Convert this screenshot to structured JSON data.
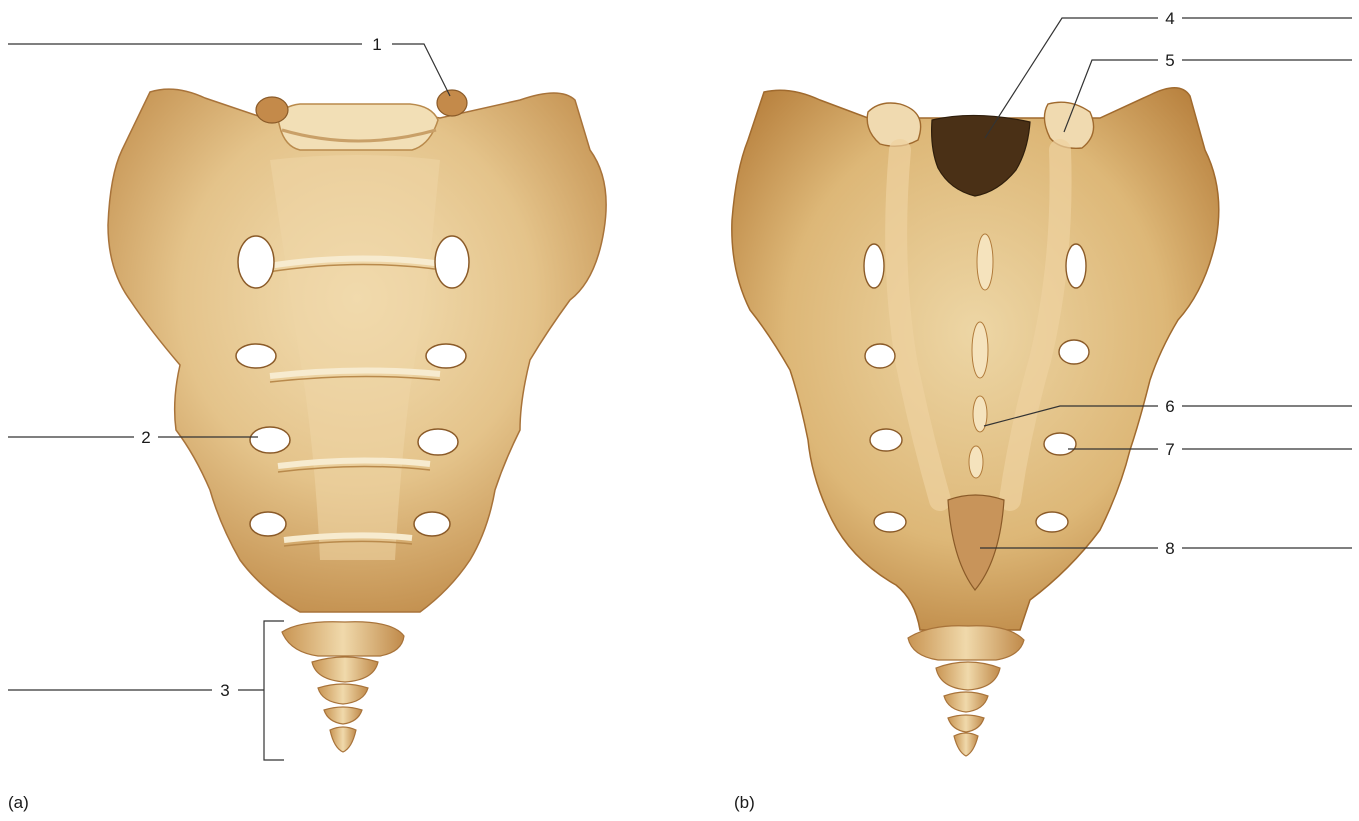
{
  "figure": {
    "panels": [
      {
        "id": "a",
        "label": "(a)",
        "view": "anterior"
      },
      {
        "id": "b",
        "label": "(b)",
        "view": "posterior"
      }
    ],
    "callouts": [
      {
        "number": "1",
        "panel": "a"
      },
      {
        "number": "2",
        "panel": "a"
      },
      {
        "number": "3",
        "panel": "a"
      },
      {
        "number": "4",
        "panel": "b"
      },
      {
        "number": "5",
        "panel": "b"
      },
      {
        "number": "6",
        "panel": "b"
      },
      {
        "number": "7",
        "panel": "b"
      },
      {
        "number": "8",
        "panel": "b"
      }
    ],
    "colors": {
      "bone": "#e2bf85",
      "bone_light": "#f1dcb0",
      "bone_shadow": "#b9823f",
      "foramen": "#ffffff",
      "canal_dark": "#4a3016",
      "leader_line": "#333333",
      "text": "#1a1a1a"
    }
  }
}
